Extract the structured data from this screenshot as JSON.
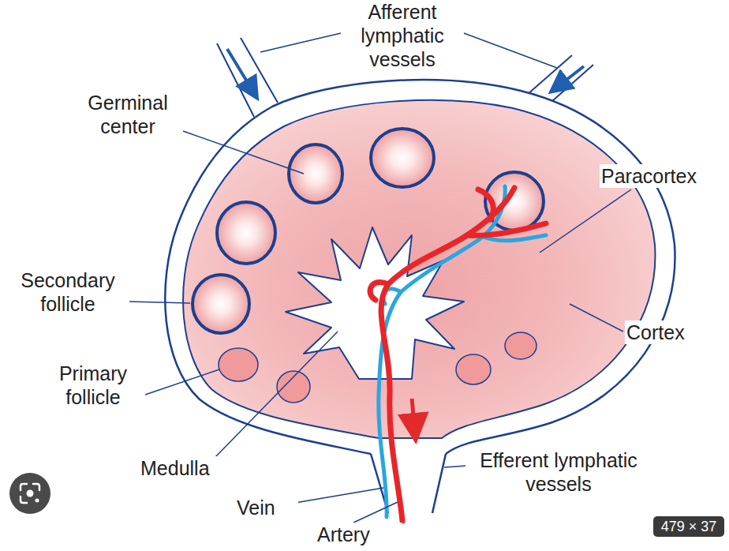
{
  "diagram": {
    "labels": [
      "Afferent lymphatic vessels",
      "Germinal center",
      "Paracortex",
      "Secondary follicle",
      "Cortex",
      "Primary follicle",
      "Medulla",
      "Efferent lymphatic vessels",
      "Vein",
      "Artery",
      "479 × 37"
    ]
  }
}
